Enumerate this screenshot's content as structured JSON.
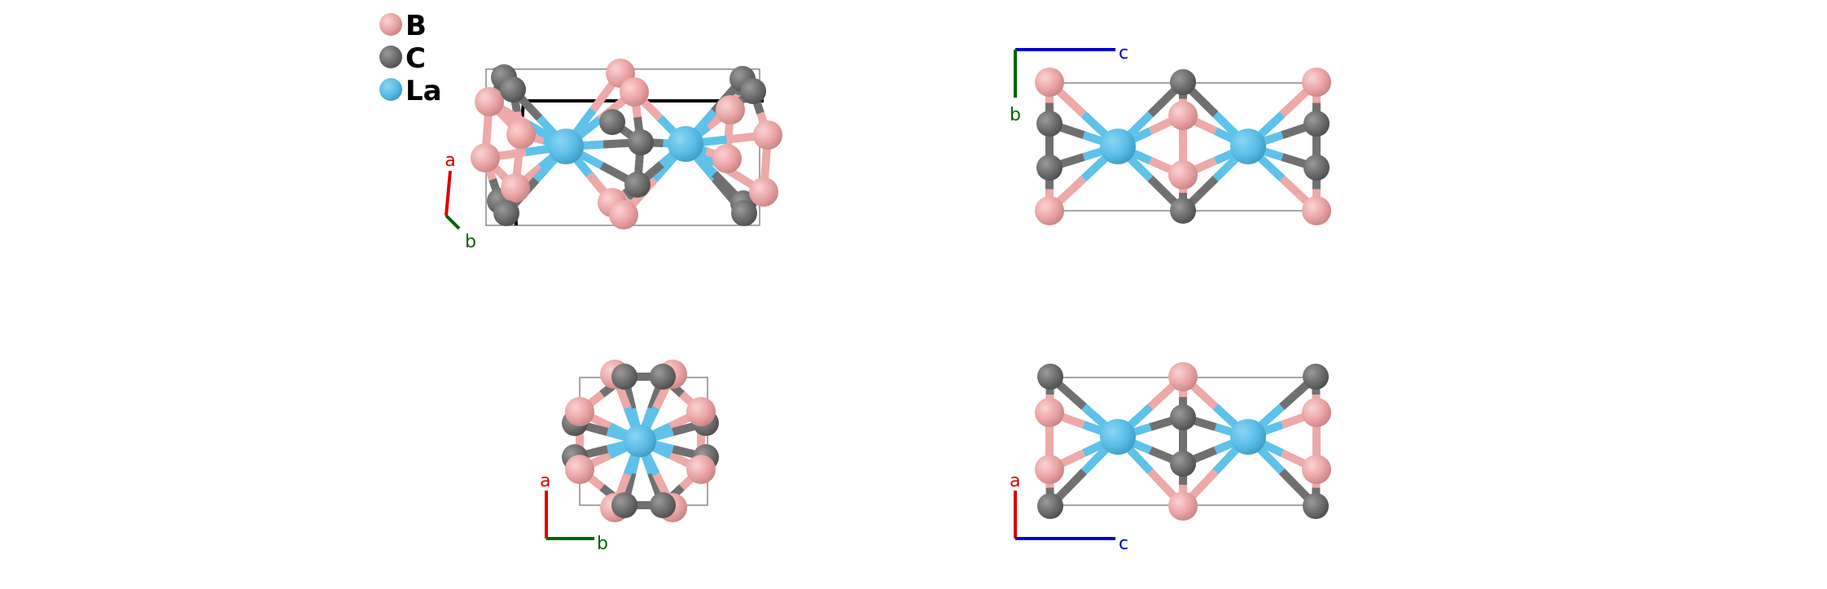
{
  "legend": {
    "items": [
      {
        "label": "B",
        "color": "#eea9a9"
      },
      {
        "label": "C",
        "color": "#707070"
      },
      {
        "label": "La",
        "color": "#5ec2ea"
      }
    ]
  },
  "axes_colors": {
    "a": "#dd0000",
    "b": "#006400",
    "c": "#0000cc"
  },
  "views": [
    {
      "name": "perspective",
      "axis_labels": {
        "a": "a",
        "b": "b"
      }
    },
    {
      "name": "b-c",
      "axis_labels": {
        "c": "c",
        "b": "b"
      }
    },
    {
      "name": "a-b",
      "axis_labels": {
        "a": "a",
        "b": "b"
      }
    },
    {
      "name": "a-c",
      "axis_labels": {
        "a": "a",
        "c": "c"
      }
    }
  ]
}
